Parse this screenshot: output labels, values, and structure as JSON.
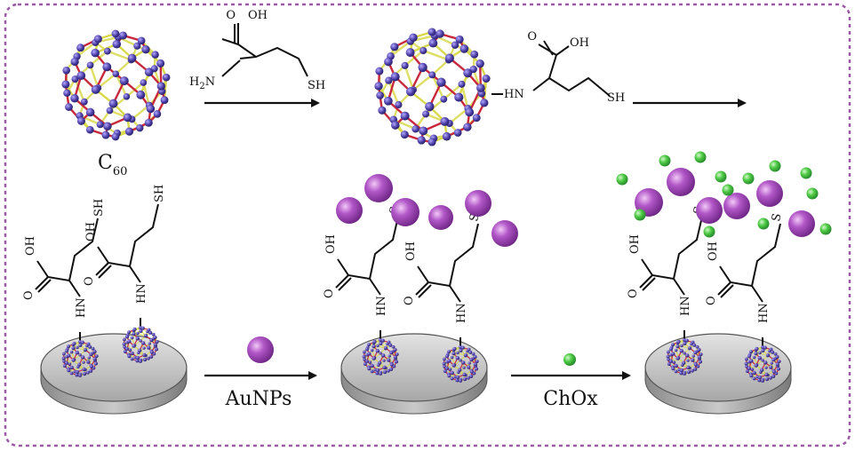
{
  "texts": {
    "c60_main": "C",
    "c60_sub": "60",
    "aunps": "AuNPs",
    "chox": "ChOx",
    "oh": "OH",
    "h2n_h": "H",
    "h2n_2": "2",
    "h2n_n": "N",
    "sh": "SH",
    "hn": "HN",
    "s": "S",
    "o": "O",
    "nh": "HN"
  },
  "colors": {
    "border": "#9b59a6",
    "au_particle": "#a94fc0",
    "chox_particle": "#44c244",
    "c60_bond_red": "#c8283c",
    "c60_bond_yellow": "#d9d94a",
    "c60_atom": "#4b3fa6",
    "electrode": "#bdbdbd"
  },
  "icons": {
    "c60": "buckyball-icon",
    "electrode": "electrode-disc-icon",
    "arrow": "reaction-arrow-icon"
  }
}
